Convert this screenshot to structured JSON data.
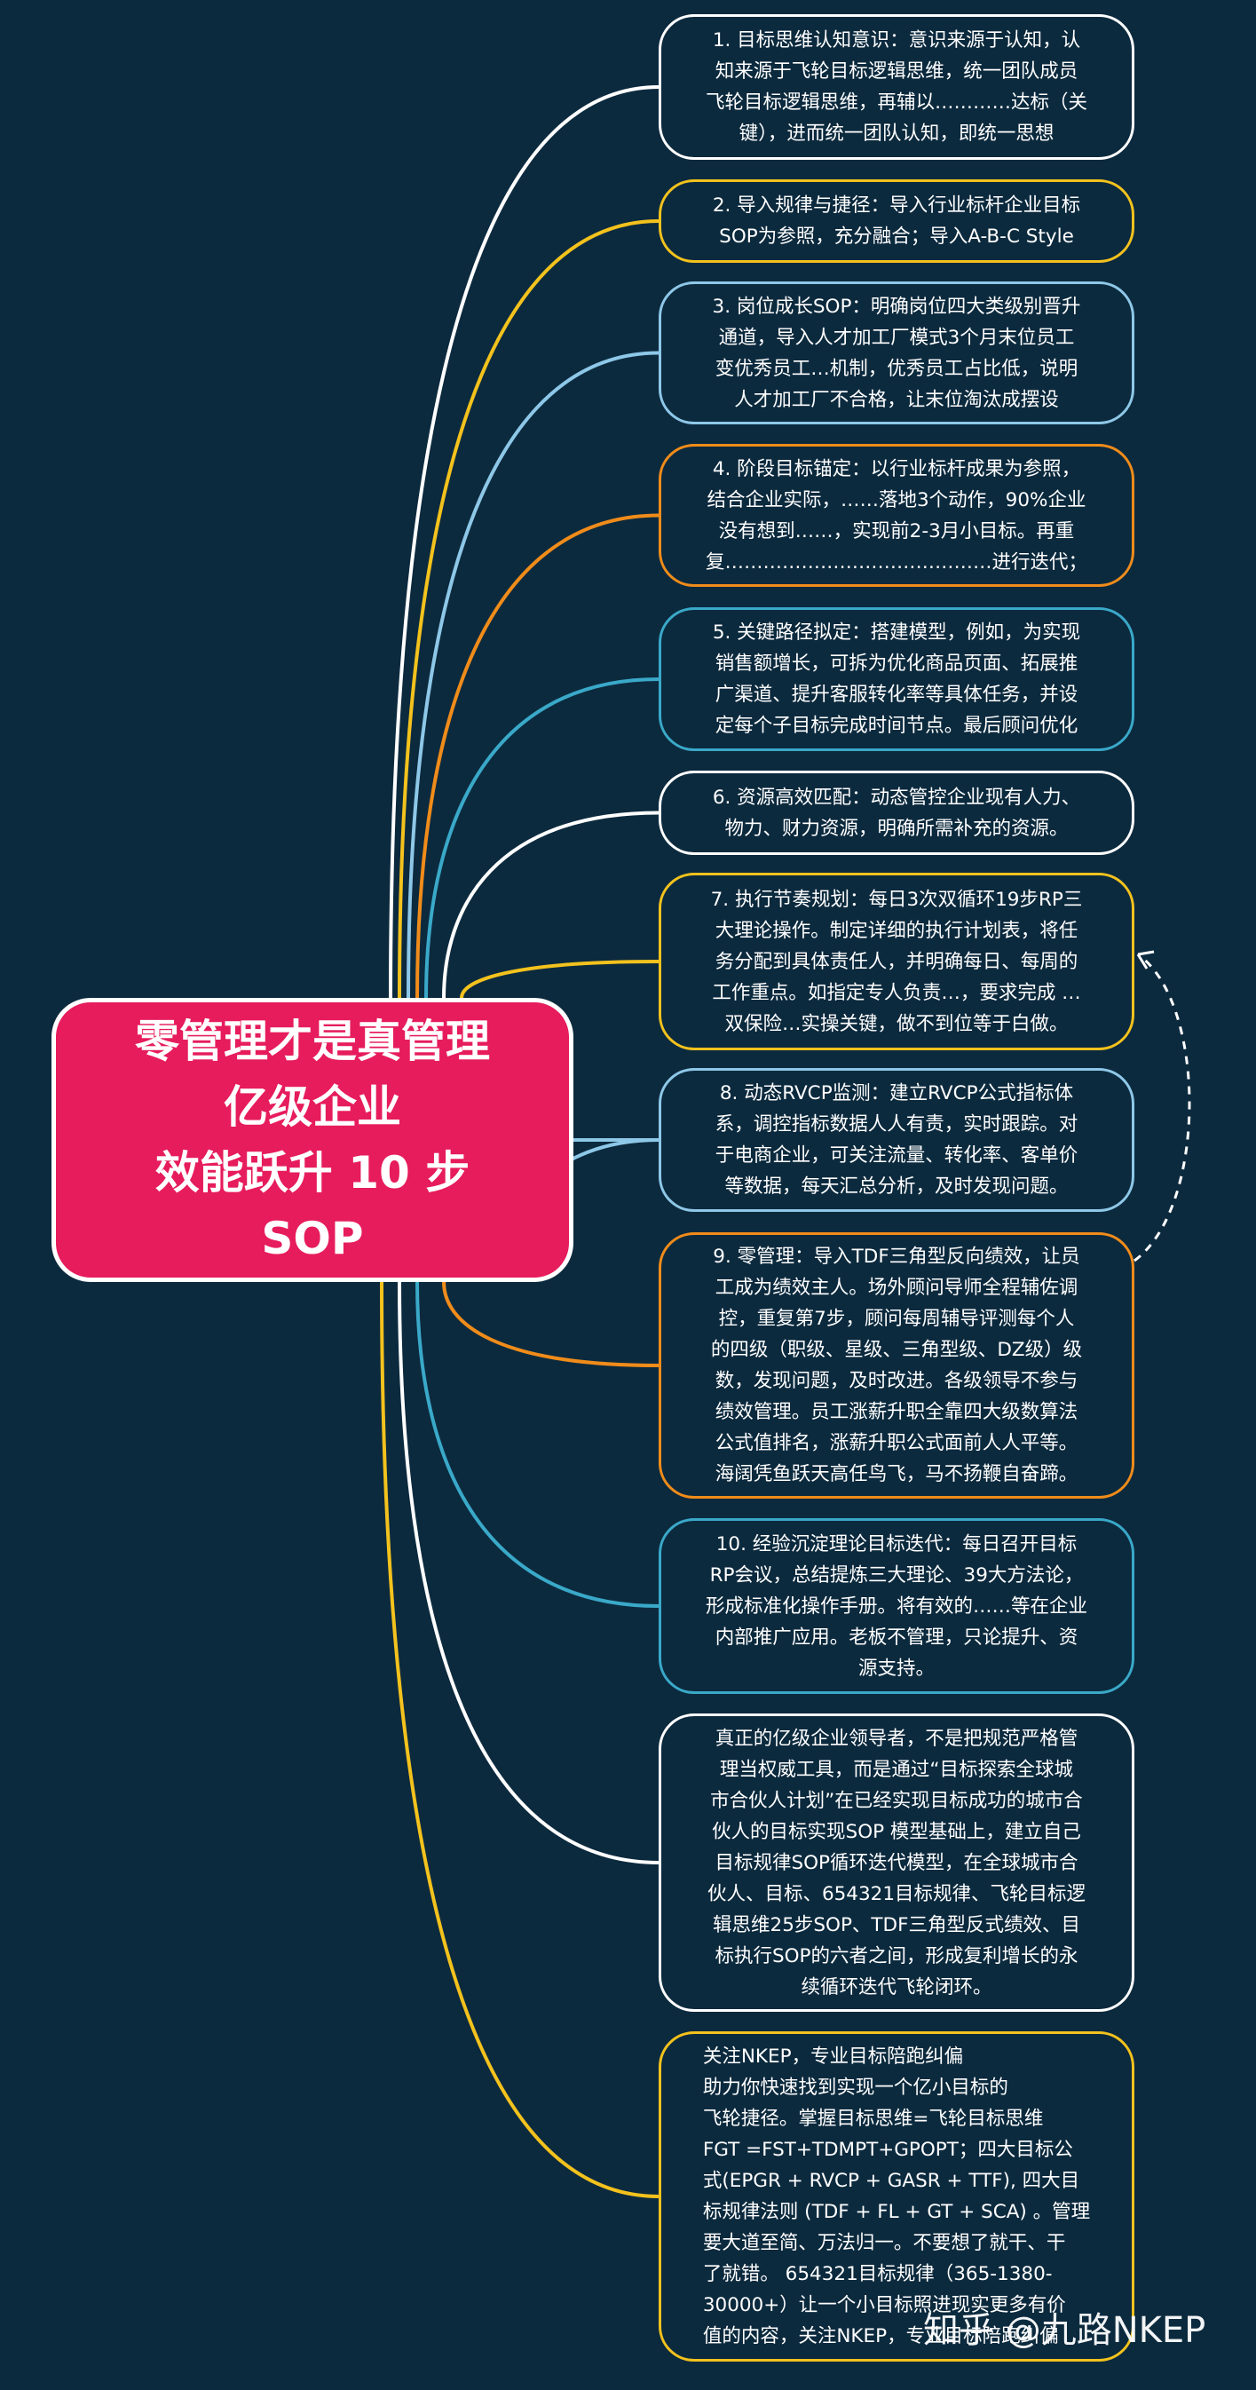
{
  "root": {
    "lines": [
      "零管理才是真管理",
      "亿级企业",
      "效能跃升 10 步",
      "SOP"
    ],
    "color": "#e61c5c"
  },
  "colors": {
    "background": "#0c2a3e",
    "white": "#ffffff",
    "yellow": "#f3c21d",
    "lightblue": "#8ec8e8",
    "orange": "#f08c1a",
    "teal": "#3aa9c9"
  },
  "nodes": [
    {
      "id": "step-1",
      "color": "#ffffff",
      "text": "1. 目标思维认知意识：意识来源于认知，认\n知来源于飞轮目标逻辑思维，统一团队成员\n飞轮目标逻辑思维，再辅以…………达标（关\n键），进而统一团队认知，即统一思想"
    },
    {
      "id": "step-2",
      "color": "#f3c21d",
      "text": "2. 导入规律与捷径：导入行业标杆企业目标\nSOP为参照，充分融合；导入A-B-C  Style"
    },
    {
      "id": "step-3",
      "color": "#8ec8e8",
      "text": "3. 岗位成长SOP：明确岗位四大类级别晋升\n通道，导入人才加工厂模式3个月末位员工\n变优秀员工…机制，优秀员工占比低，说明\n人才加工厂不合格，让末位淘汰成摆设"
    },
    {
      "id": "step-4",
      "color": "#f08c1a",
      "text": "4. 阶段目标锚定：以行业标杆成果为参照，\n结合企业实际，……落地3个动作，90%企业\n没有想到……，实现前2-3月小目标。再重\n复……………………………………进行迭代；"
    },
    {
      "id": "step-5",
      "color": "#3aa9c9",
      "text": "5. 关键路径拟定：搭建模型，例如，为实现\n销售额增长，可拆为优化商品页面、拓展推\n广渠道、提升客服转化率等具体任务，并设\n定每个子目标完成时间节点。最后顾问优化"
    },
    {
      "id": "step-6",
      "color": "#ffffff",
      "text": "6. 资源高效匹配：动态管控企业现有人力、\n物力、财力资源，明确所需补充的资源。"
    },
    {
      "id": "step-7",
      "color": "#f3c21d",
      "text": "7. 执行节奏规划：每日3次双循环19步RP三\n大理论操作。制定详细的执行计划表，将任\n务分配到具体责任人，并明确每日、每周的\n工作重点。如指定专人负责…，要求完成 …\n双保险…实操关键，做不到位等于白做。"
    },
    {
      "id": "step-8",
      "color": "#8ec8e8",
      "text": "8. 动态RVCP监测：建立RVCP公式指标体\n系，调控指标数据人人有责，实时跟踪。对\n于电商企业，可关注流量、转化率、客单价\n等数据，每天汇总分析，及时发现问题。"
    },
    {
      "id": "step-9",
      "color": "#f08c1a",
      "text": "9. 零管理：导入TDF三角型反向绩效，让员\n工成为绩效主人。场外顾问导师全程辅佐调\n控，重复第7步，顾问每周辅导评测每个人\n的四级（职级、星级、三角型级、DZ级）级\n数，发现问题，及时改进。各级领导不参与\n绩效管理。员工涨薪升职全靠四大级数算法\n公式值排名，涨薪升职公式面前人人平等。\n海阔凭鱼跃天高任鸟飞，马不扬鞭自奋蹄。"
    },
    {
      "id": "step-10",
      "color": "#3aa9c9",
      "text": "10. 经验沉淀理论目标迭代：每日召开目标\nRP会议，总结提炼三大理论、39大方法论，\n形成标准化操作手册。将有效的……等在企业\n内部推广应用。老板不管理，只论提升、资\n源支持。"
    },
    {
      "id": "summary",
      "color": "#ffffff",
      "text": "真正的亿级企业领导者，不是把规范严格管\n理当权威工具，而是通过“目标探索全球城\n市合伙人计划”在已经实现目标成功的城市合\n伙人的目标实现SOP 模型基础上，建立自己\n目标规律SOP循环迭代模型，在全球城市合\n伙人、目标、654321目标规律、飞轮目标逻\n辑思维25步SOP、TDF三角型反式绩效、目\n标执行SOP的六者之间，形成复利增长的永\n续循环迭代飞轮闭环。"
    },
    {
      "id": "follow",
      "color": "#f3c21d",
      "align": "left",
      "text": "关注NKEP，专业目标陪跑纠偏\n助力你快速找到实现一个亿小目标的\n飞轮捷径。掌握目标思维=飞轮目标思维\nFGT =FST+TDMPT+GPOPT；四大目标公\n式(EPGR + RVCP + GASR + TTF), 四大目\n标规律法则 (TDF + FL + GT + SCA) 。管理\n要大道至简、万法归一。不要想了就干、干\n了就错。      654321目标规律（365-1380-\n30000+）让一个小目标照进现实更多有价\n值的内容，关注NKEP，专业目标陪跑纠偏"
    }
  ],
  "watermark": "知乎 @九路NKEP"
}
